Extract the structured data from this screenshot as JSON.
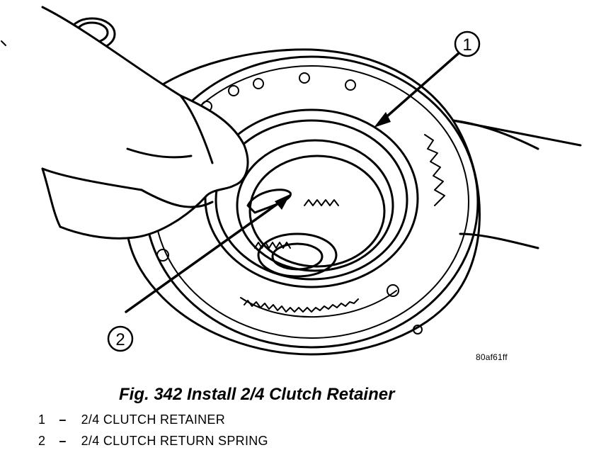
{
  "figure": {
    "callouts": [
      "1",
      "2"
    ],
    "image_code": "80af61ff"
  },
  "caption": "Fig. 342 Install 2/4 Clutch Retainer",
  "legend": [
    {
      "number": "1",
      "dash": "–",
      "text": "2/4 CLUTCH RETAINER"
    },
    {
      "number": "2",
      "dash": "–",
      "text": "2/4 CLUTCH RETURN SPRING"
    }
  ]
}
